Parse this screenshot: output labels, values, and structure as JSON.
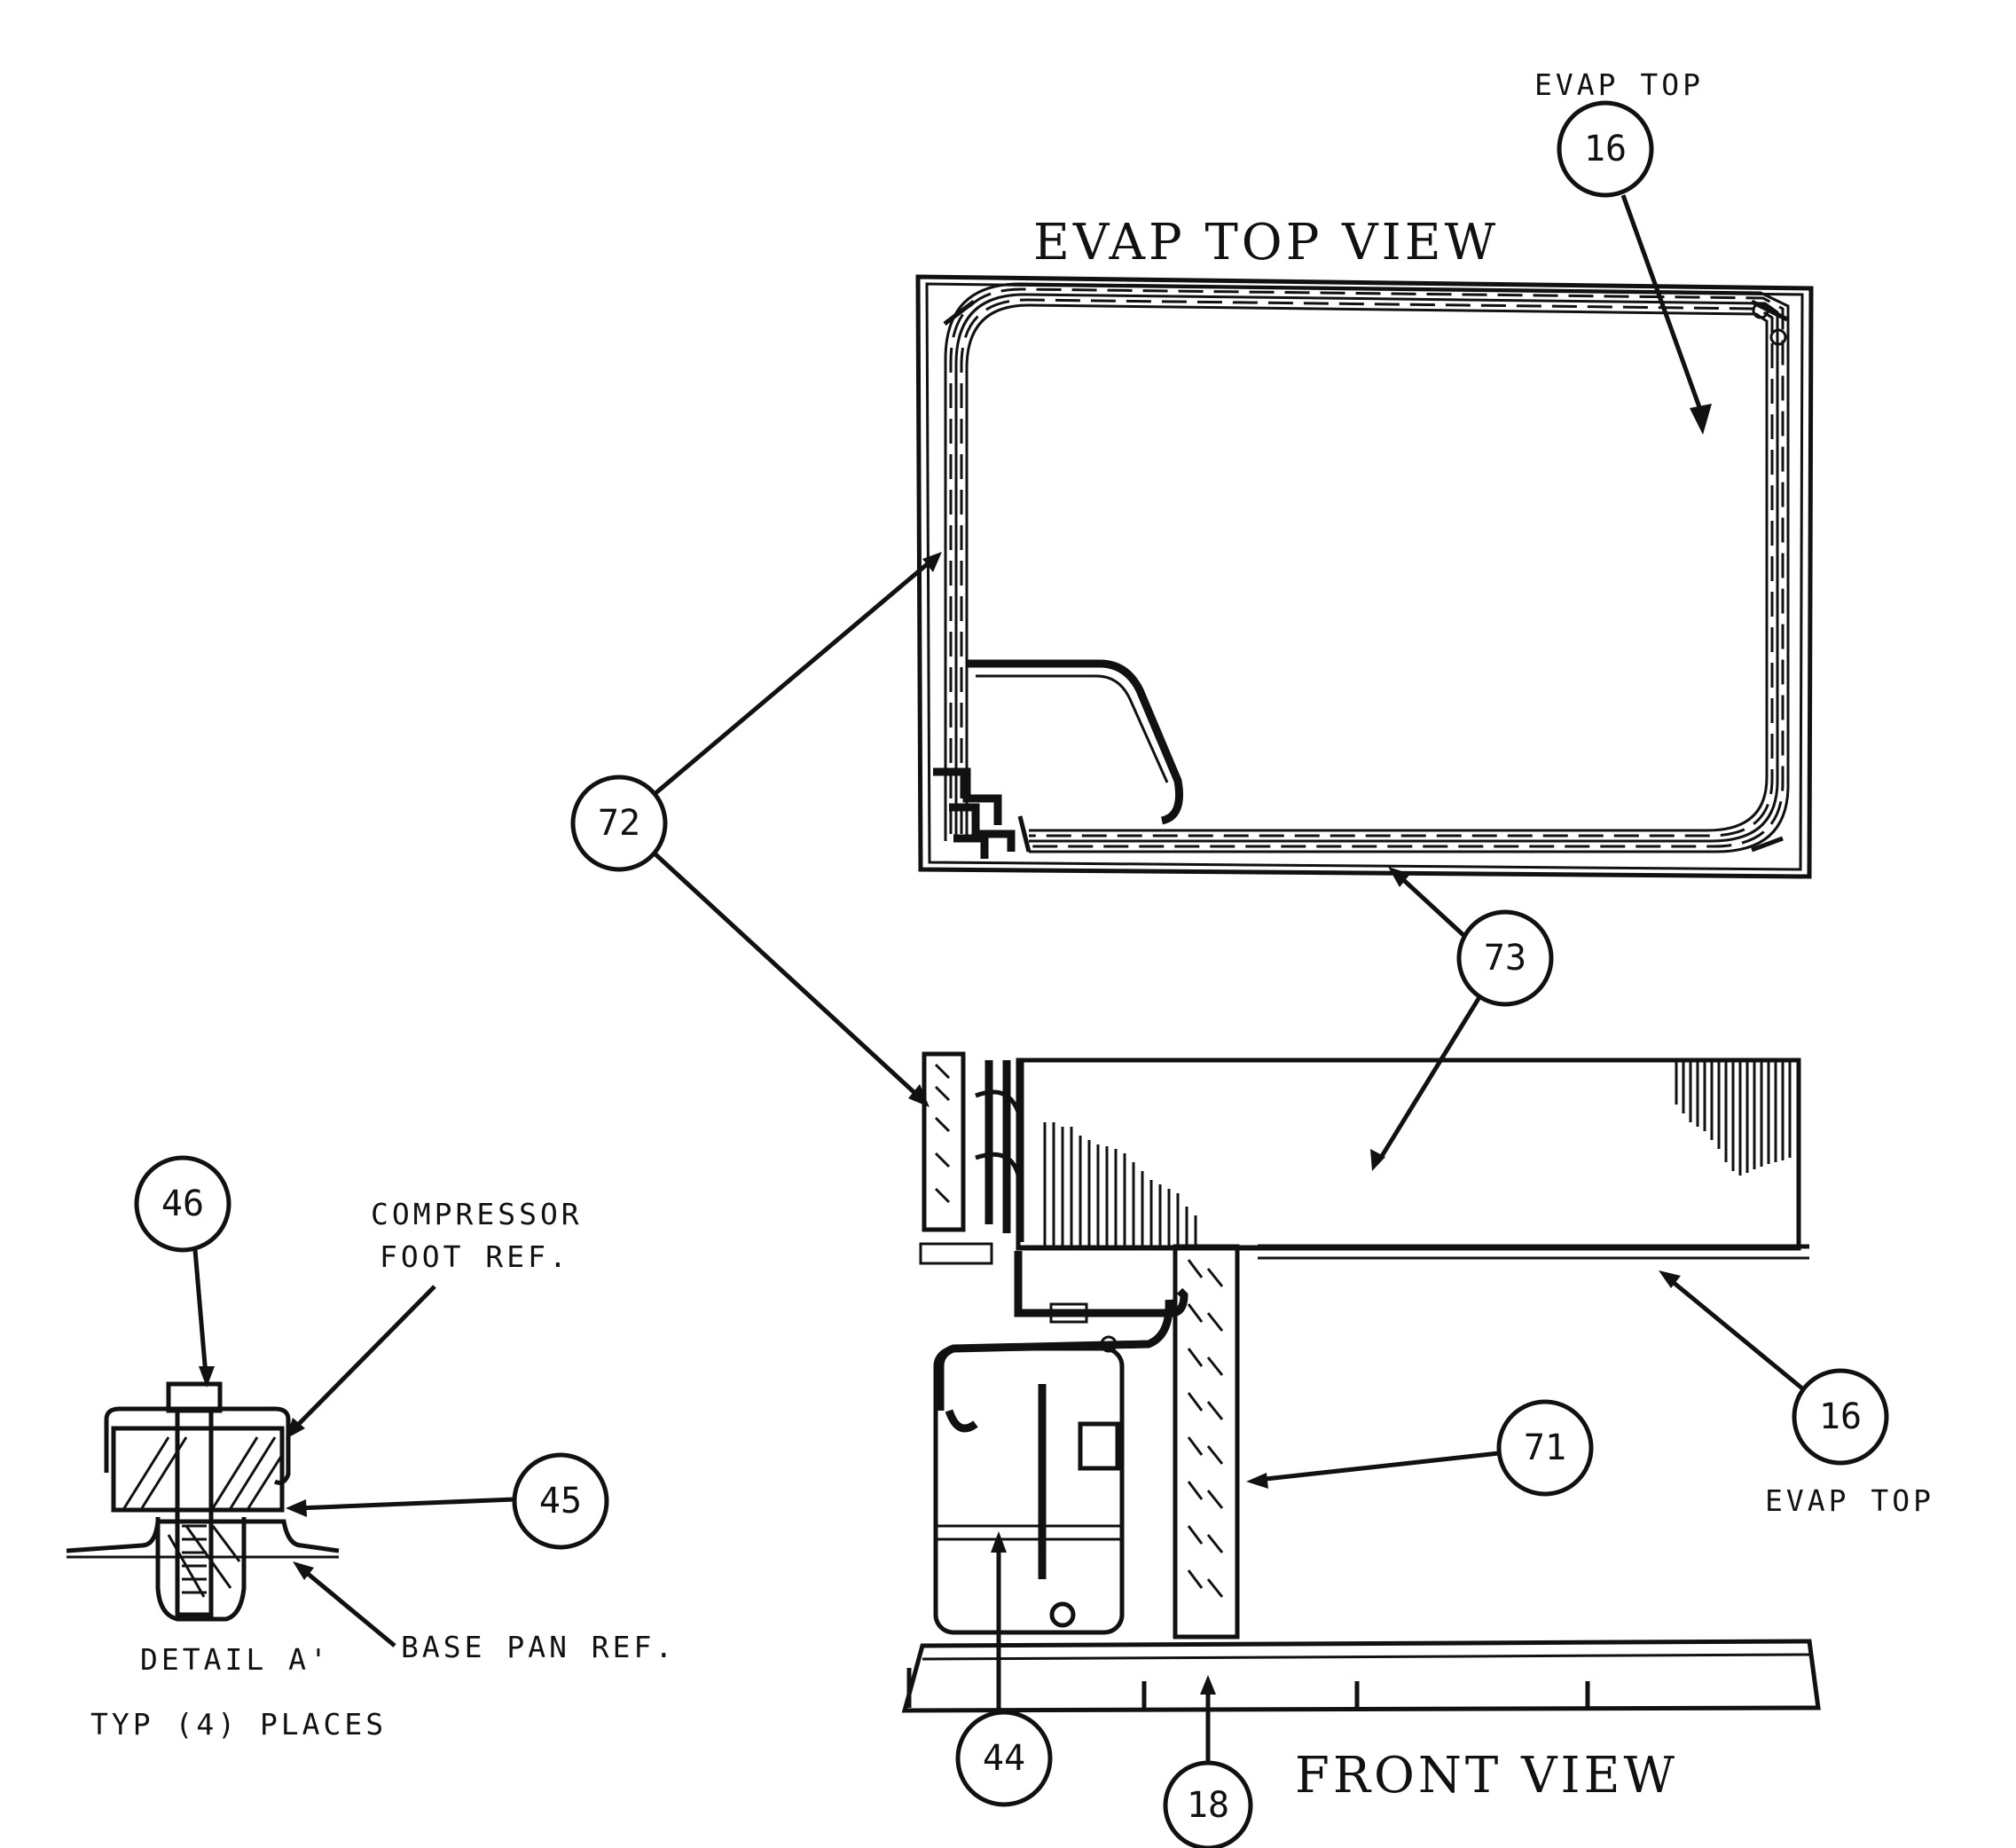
{
  "views": {
    "evap_top_view_title": "EVAP TOP VIEW",
    "front_view_title": "FRONT VIEW",
    "detail_title": "DETAIL A'",
    "detail_subtitle": "TYP (4) PLACES"
  },
  "references": {
    "compressor_foot": "COMPRESSOR\nFOOT REF.",
    "compressor_foot_line1": "COMPRESSOR",
    "compressor_foot_line2": "FOOT REF.",
    "base_pan": "BASE PAN REF."
  },
  "callouts": [
    {
      "id": "16",
      "caption": "EVAP TOP",
      "where": "top-view"
    },
    {
      "id": "72",
      "caption": "",
      "where": "coil"
    },
    {
      "id": "73",
      "caption": "",
      "where": "coil"
    },
    {
      "id": "16",
      "caption": "EVAP TOP",
      "where": "front-view"
    },
    {
      "id": "71",
      "caption": "",
      "where": "front-view"
    },
    {
      "id": "46",
      "caption": "",
      "where": "detail"
    },
    {
      "id": "45",
      "caption": "",
      "where": "detail"
    },
    {
      "id": "44",
      "caption": "",
      "where": "compressor"
    },
    {
      "id": "18",
      "caption": "",
      "where": "base-pan"
    }
  ],
  "colors": {
    "ink": "#111111",
    "paper": "#ffffff"
  }
}
